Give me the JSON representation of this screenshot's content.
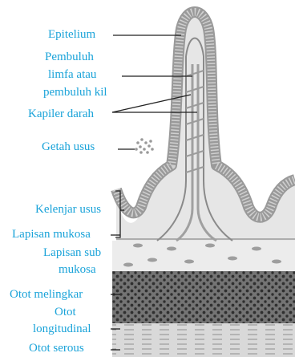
{
  "labels": {
    "epitelium": "Epitelium",
    "pembuluh_limfa_1": "Pembuluh",
    "pembuluh_limfa_2": "limfa atau",
    "pembuluh_limfa_3": "pembuluh kil",
    "kapiler_darah": "Kapiler darah",
    "getah_usus": "Getah usus",
    "kelenjar_usus": "Kelenjar usus",
    "lapisan_mukosa": "Lapisan mukosa",
    "lapisan_sub_mukosa_1": "Lapisan sub",
    "lapisan_sub_mukosa_2": "mukosa",
    "otot_melingkar": "Otot melingkar",
    "otot_longitudinal_1": "Otot",
    "otot_longitudinal_2": "longitudinal",
    "otot_serous": "Otot serous"
  },
  "colors": {
    "label_text": "#1aa3d9",
    "leader_line": "#222222",
    "background_tissue": "#e6e6e6",
    "epithelium_wall": "#bdbdbd",
    "muscle_dark": "#6e6e6e",
    "muscle_light": "#d4d4d4"
  }
}
